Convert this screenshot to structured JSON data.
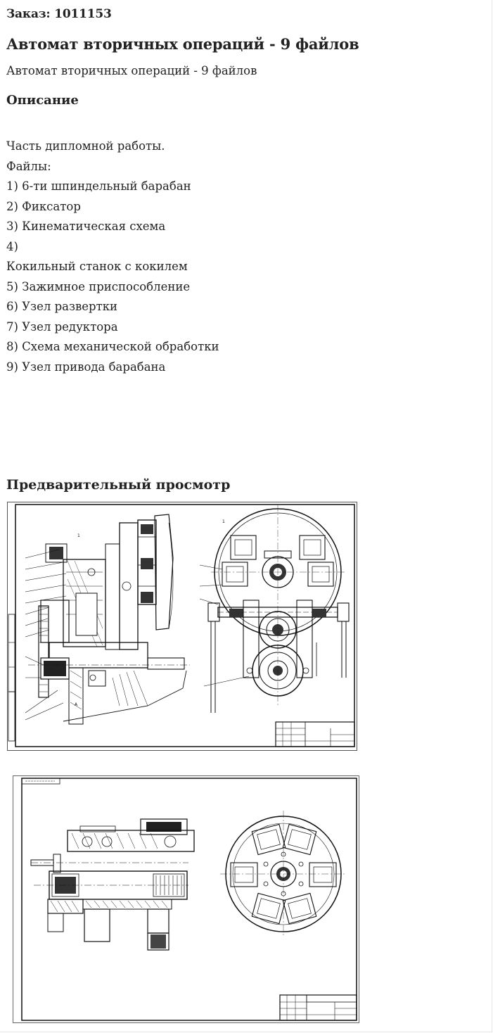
{
  "order": {
    "label": "Заказ: 1011153"
  },
  "title": "Автомат вторичных операций - 9 файлов",
  "subtitle": "Автомат вторичных операций - 9 файлов",
  "description": {
    "heading": "Описание",
    "lines": [
      "Часть дипломной работы.",
      "Файлы:",
      "1) 6-ти шпиндельный барабан",
      "2) Фиксатор",
      "3) Кинематическая схема",
      "4)",
      "Кокильный станок с кокилем",
      "5) Зажимное приспособление",
      "6) Узел развертки",
      "7) Узел редуктора",
      "8) Схема механической обработки",
      "9) Узел привода барабана"
    ]
  },
  "preview": {
    "heading": "Предварительный просмотр",
    "images": [
      {
        "name": "drawing-1",
        "kind": "technical-drawing-assembly-side-and-front-view"
      },
      {
        "name": "drawing-2",
        "kind": "technical-drawing-spindle-drum"
      }
    ]
  }
}
